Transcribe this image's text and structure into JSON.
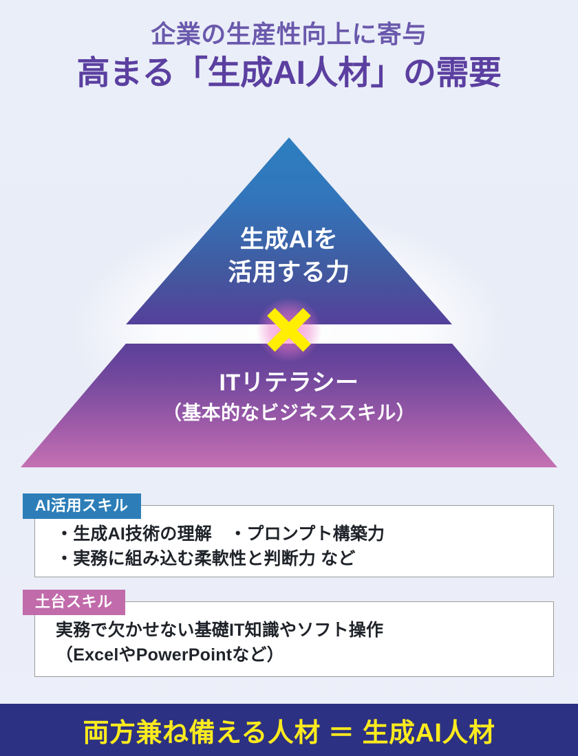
{
  "theme": {
    "background": "#e9edf7",
    "title_color": "#5b3fa0",
    "subtitle_color": "#6a59ac",
    "banner_bg": "#2d3183",
    "banner_text_color": "#fbeb1e",
    "tag_blue": "#2d7eb8",
    "tag_pink": "#c16bab",
    "pyramid_top_from": "#2d7fc0",
    "pyramid_top_to": "#55409b",
    "pyramid_bottom_from": "#5b3f98",
    "pyramid_bottom_to": "#c471b2",
    "x_mark_color": "#ffee00"
  },
  "header": {
    "subtitle": "企業の生産性向上に寄与",
    "title": "高まる「生成AI人材」の需要"
  },
  "pyramid": {
    "top": {
      "line1": "生成AIを",
      "line2": "活用する力"
    },
    "multiplier_icon": "x-multiply-icon",
    "bottom": {
      "line1": "ITリテラシー",
      "line2": "（基本的なビジネススキル）"
    }
  },
  "skill_boxes": [
    {
      "tag": "AI活用スキル",
      "tag_style": "blue",
      "lines": [
        "・生成AI技術の理解　・プロンプト構築力",
        "・実務に組み込む柔軟性と判断力 など"
      ]
    },
    {
      "tag": "土台スキル",
      "tag_style": "pink",
      "lines": [
        "実務で欠かせない基礎IT知識やソフト操作",
        "（ExcelやPowerPointなど）"
      ]
    }
  ],
  "banner": {
    "text": "両方兼ね備える人材 ＝ 生成AI人材"
  }
}
